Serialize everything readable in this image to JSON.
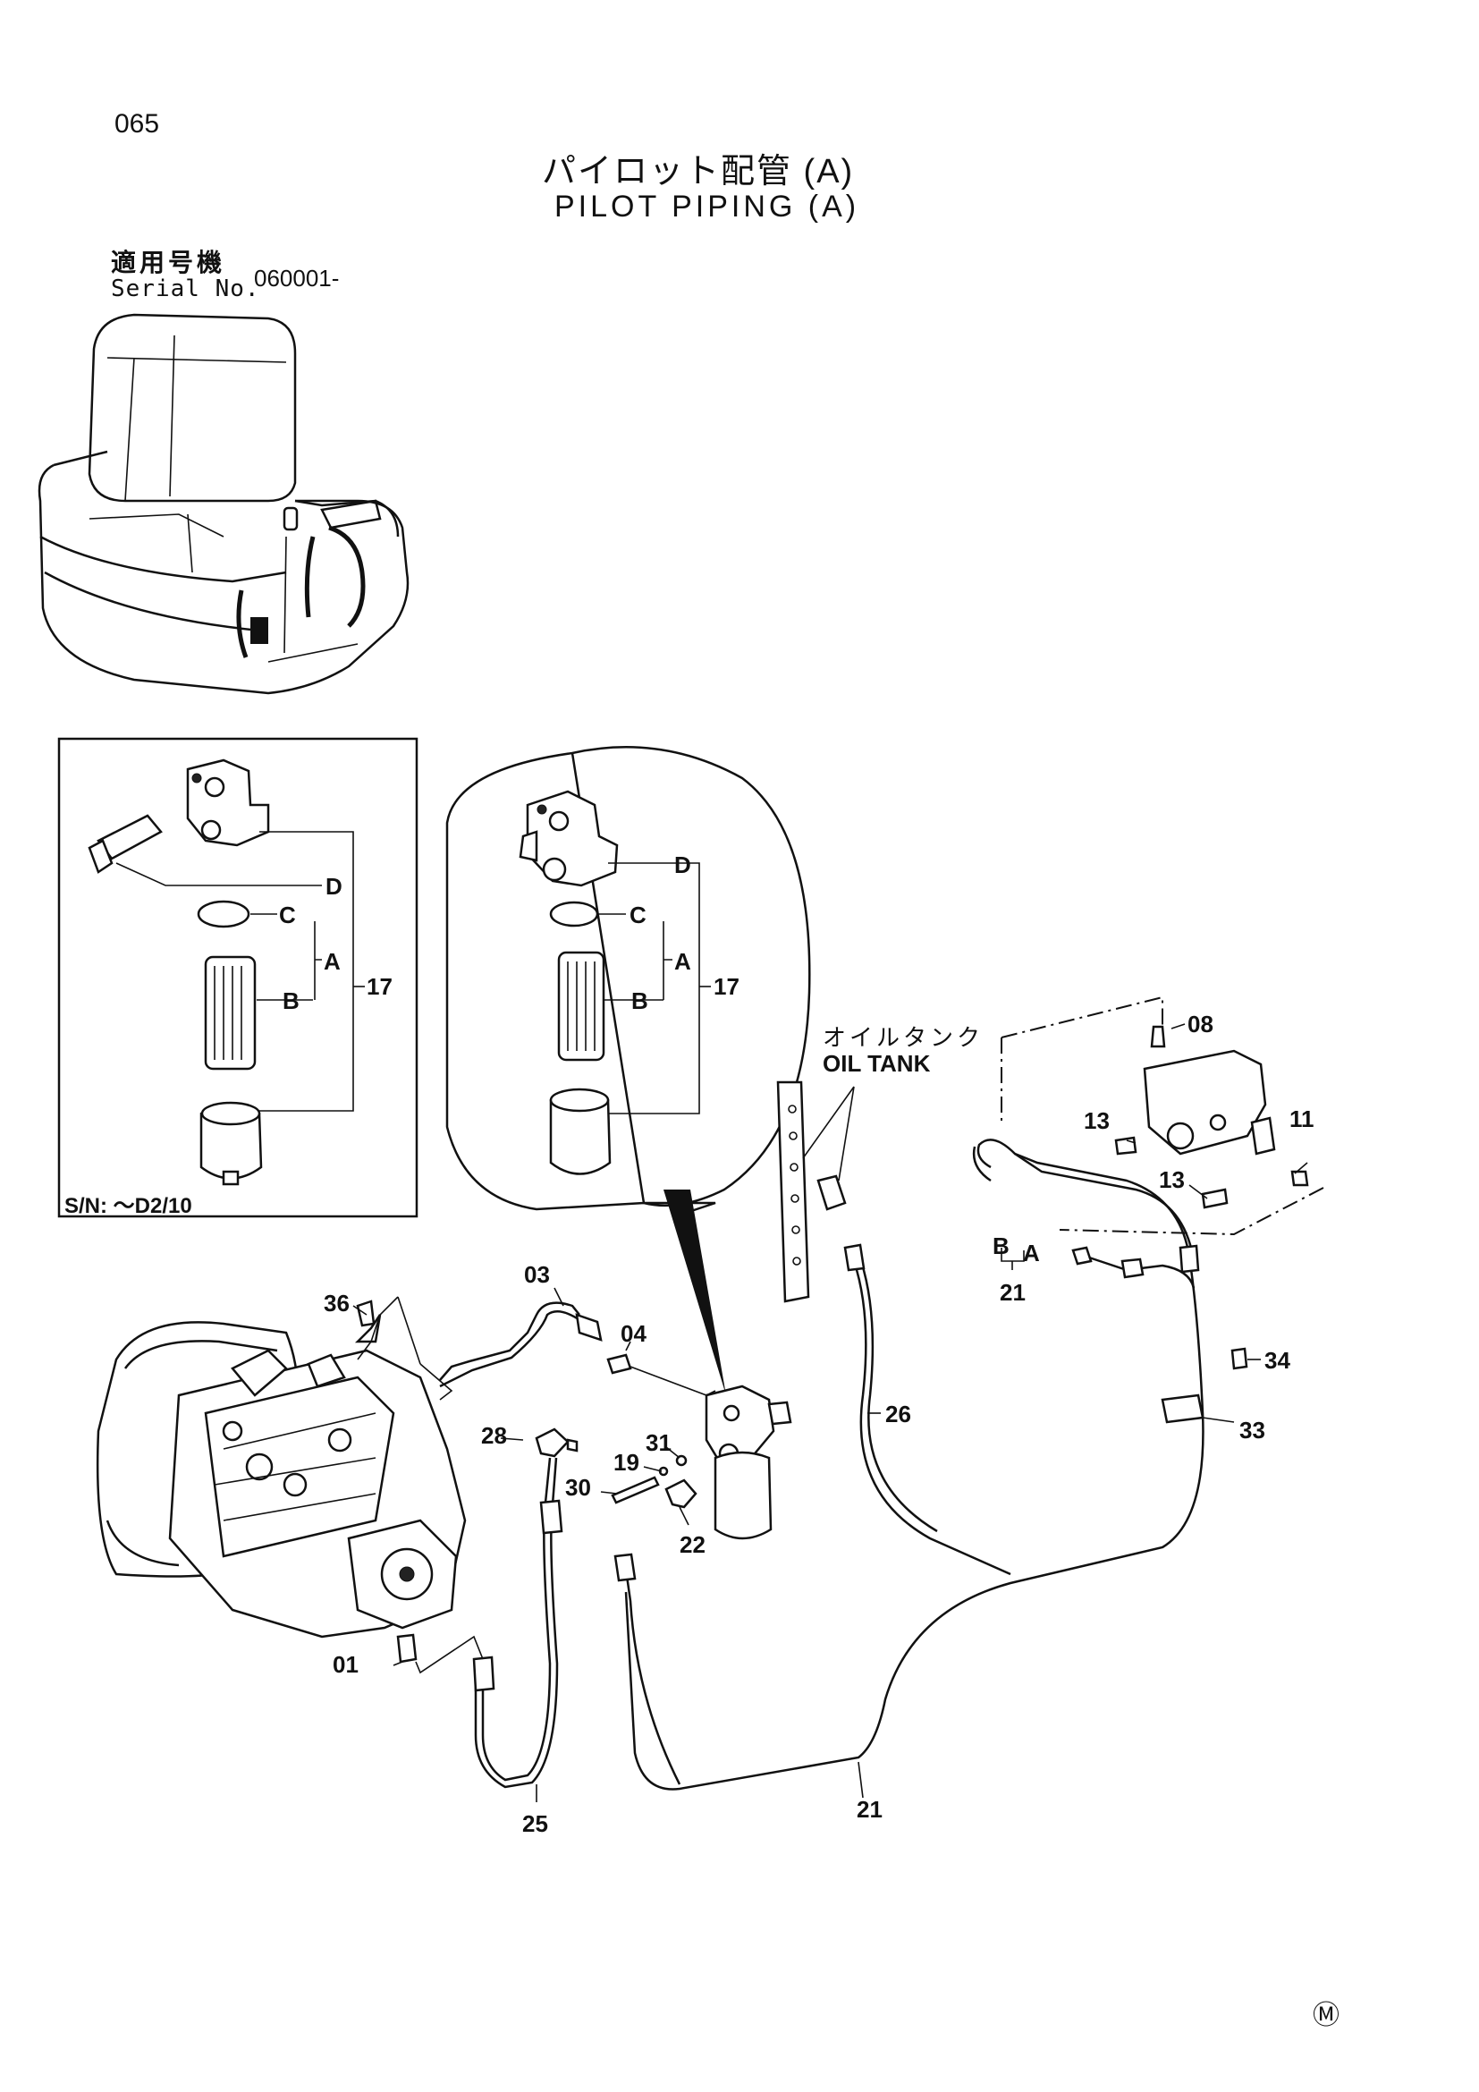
{
  "header": {
    "page_number": "065",
    "title_jp": "パイロット配管 (A)",
    "title_en": "PILOT PIPING (A)",
    "serial_label_jp": "適用号機",
    "serial_label_en": "Serial No.",
    "serial_value": "060001-"
  },
  "inset": {
    "sn_range": "S/N: ～D2/10"
  },
  "oil_tank": {
    "label_jp": "オイルタンク",
    "label_en": "OIL TANK"
  },
  "footer": {
    "mark": "Ⓜ"
  },
  "labels": {
    "inset_d": "D",
    "inset_c": "C",
    "inset_a": "A",
    "inset_b": "B",
    "inset_17": "17",
    "bubble_d": "D",
    "bubble_c": "C",
    "bubble_a": "A",
    "bubble_b": "B",
    "bubble_17": "17",
    "p08": "08",
    "p13a": "13",
    "p11": "11",
    "p13b": "13",
    "pB": "B",
    "pA": "A",
    "p21a": "21",
    "p03": "03",
    "p36": "36",
    "p04": "04",
    "p28": "28",
    "p31": "31",
    "p19": "19",
    "p30": "30",
    "p22": "22",
    "p26": "26",
    "p34": "34",
    "p33": "33",
    "p01": "01",
    "p25": "25",
    "p21b": "21"
  }
}
